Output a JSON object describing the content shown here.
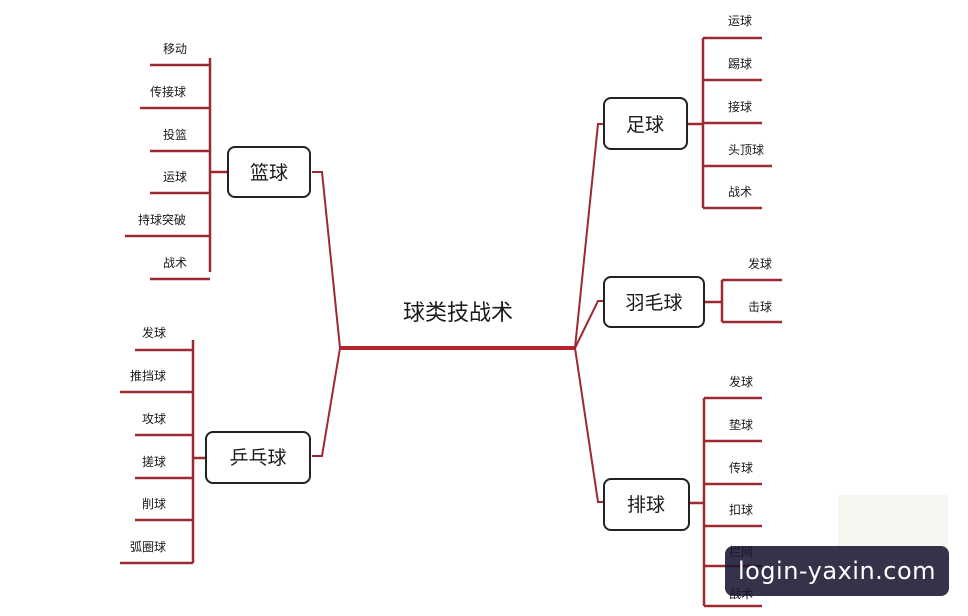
{
  "center": {
    "label": "球类技战术"
  },
  "nodes": {
    "basketball": {
      "label": "篮球",
      "leaves": [
        "移动",
        "传接球",
        "投篮",
        "运球",
        "持球突破",
        "战术"
      ]
    },
    "pingpong": {
      "label": "乒乓球",
      "leaves": [
        "发球",
        "推挡球",
        "攻球",
        "搓球",
        "削球",
        "弧圈球"
      ]
    },
    "football": {
      "label": "足球",
      "leaves": [
        "运球",
        "踢球",
        "接球",
        "头顶球",
        "战术"
      ]
    },
    "badminton": {
      "label": "羽毛球",
      "leaves": [
        "发球",
        "击球"
      ]
    },
    "volleyball": {
      "label": "排球",
      "leaves": [
        "发球",
        "垫球",
        "传球",
        "扣球",
        "拦网",
        "战术"
      ]
    }
  },
  "watermark": {
    "text": "login-yaxin.com"
  }
}
